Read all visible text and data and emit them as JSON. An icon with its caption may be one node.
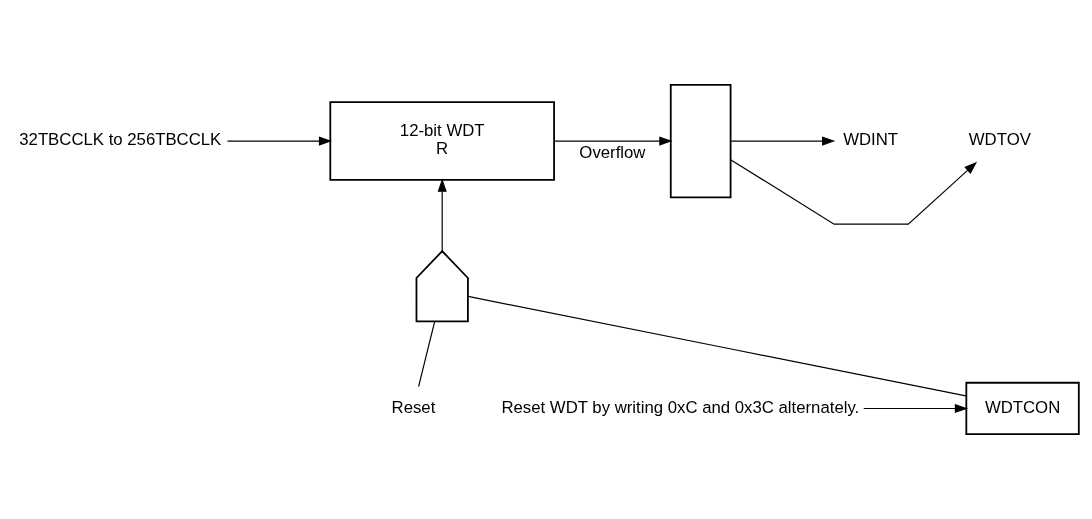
{
  "diagram": {
    "nodes": [
      {
        "text": [
          "32TBCCLK to 256TBCCLK"
        ]
      },
      {
        "text": [
          "12-bit WDT",
          "R"
        ]
      },
      {
        "text": [],
        "shape": "box"
      },
      {
        "text": [
          "WDTOV"
        ]
      },
      {
        "text": [
          "WDINT"
        ]
      },
      {
        "text": [],
        "shape": "gate"
      },
      {
        "text": [
          "Reset"
        ]
      },
      {
        "text": [
          "WDTCON"
        ]
      },
      {
        "text": [
          "Reset WDT by writing 0xC and 0x3C alternately."
        ]
      }
    ],
    "edges": [
      {
        "from": 0,
        "to": 1,
        "arrow": "to"
      },
      {
        "from": 1,
        "to": 2,
        "arrow": "to",
        "label": "Overflow"
      },
      {
        "from": 2,
        "to": 3,
        "arrow": "to"
      },
      {
        "from": 2,
        "to": 4,
        "arrow": "to"
      },
      {
        "from": 5,
        "to": 1,
        "arrow": "to"
      },
      {
        "from": 6,
        "to": 5,
        "arrow": "none"
      },
      {
        "from": 7,
        "to": 5,
        "arrow": "none"
      },
      {
        "from": 8,
        "to": 7,
        "arrow": "to"
      }
    ]
  }
}
